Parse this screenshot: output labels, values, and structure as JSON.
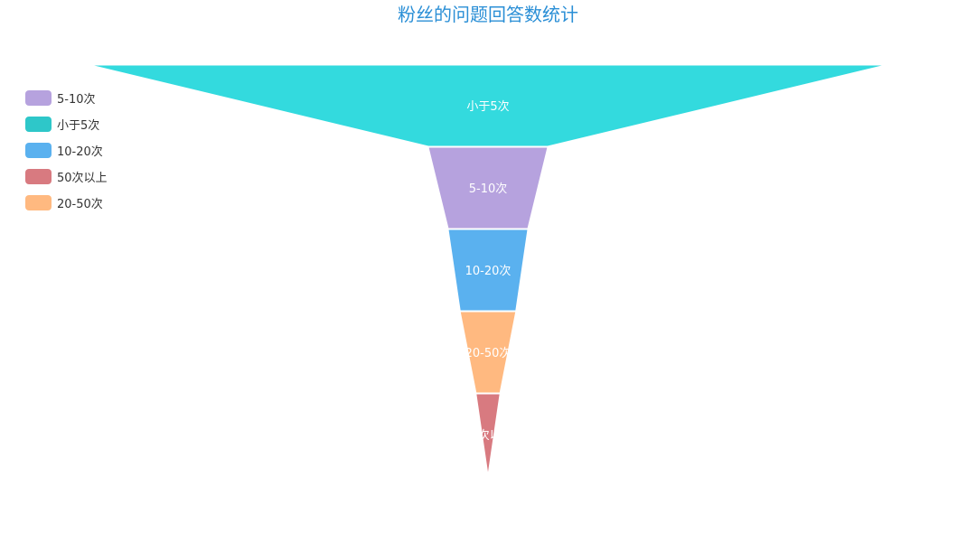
{
  "chart_data": {
    "type": "funnel",
    "title": "粉丝的问题回答数统计",
    "legend_position": "left",
    "legend": [
      {
        "name": "5-10次",
        "color": "#b6a2de"
      },
      {
        "name": "小于5次",
        "color": "#2ec7c9"
      },
      {
        "name": "10-20次",
        "color": "#5ab1ef"
      },
      {
        "name": "50次以上",
        "color": "#d87a80"
      },
      {
        "name": "20-50次",
        "color": "#ffb980"
      }
    ],
    "segments": [
      {
        "name": "小于5次",
        "value": 100,
        "color": "#33dade"
      },
      {
        "name": "5-10次",
        "value": 15,
        "color": "#b6a2de"
      },
      {
        "name": "10-20次",
        "value": 10,
        "color": "#5ab1ef"
      },
      {
        "name": "20-50次",
        "value": 7,
        "color": "#ffb980"
      },
      {
        "name": "50次以上",
        "value": 3,
        "color": "#d87a80"
      }
    ],
    "value_max": 100,
    "value_min": 0
  }
}
